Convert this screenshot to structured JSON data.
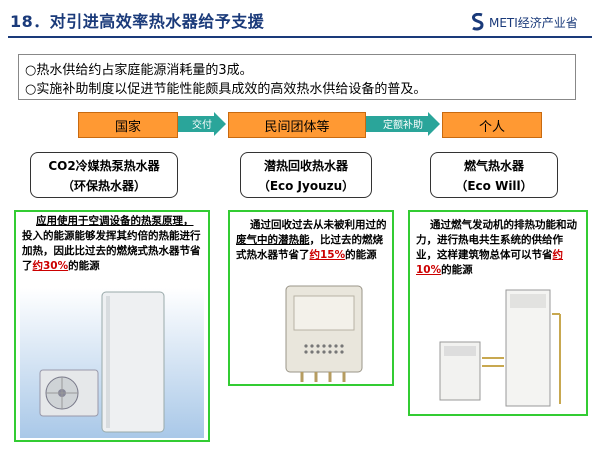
{
  "header": {
    "title": "18．对引进高效率热水器给予支援",
    "logo_text": "METI经济产业省"
  },
  "summary": {
    "line1": "○热水供给约占家庭能源消耗量的3成。",
    "line2": "○实施补助制度以促进节能性能颇具成效的高效热水供给设备的普及。"
  },
  "flow": {
    "country": "国家",
    "arrow1": "交付",
    "org": "民间团体等",
    "arrow2": "定额补助",
    "individual": "个人"
  },
  "products": [
    {
      "title_line1": "CO2冷媒热泵热水器",
      "title_line2": "（环保热水器）",
      "desc_a": "应用使用于空调设备的热泵原理，",
      "desc_b": "投入的能源能够发挥其约倍的热能进行加热，因此比过去的燃烧式热水器节省了",
      "desc_highlight": "约30%",
      "desc_c": "的能源"
    },
    {
      "title_line1": "潜热回收热水器",
      "title_line2": "（Eco Jyouzu）",
      "desc_a": "通过回收过去从未被利用过的",
      "desc_underline": "废气中的潜热能",
      "desc_b": "，比过去的燃烧式热水器节省了",
      "desc_highlight": "约15%",
      "desc_c": "的能源"
    },
    {
      "title_line1": "燃气热水器",
      "title_line2": "（Eco Will）",
      "desc_a": "通过燃气发动机的排热功能和动力，进行热电共生系统的供给作业，这样建筑物总体可以节省",
      "desc_highlight": "约10%",
      "desc_c": "的能源"
    }
  ],
  "colors": {
    "accent_blue": "#1a3a7a",
    "flow_orange": "#ff9933",
    "arrow_teal": "#2aa59a",
    "panel_green": "#33cc33",
    "highlight_red": "#cc0000"
  }
}
